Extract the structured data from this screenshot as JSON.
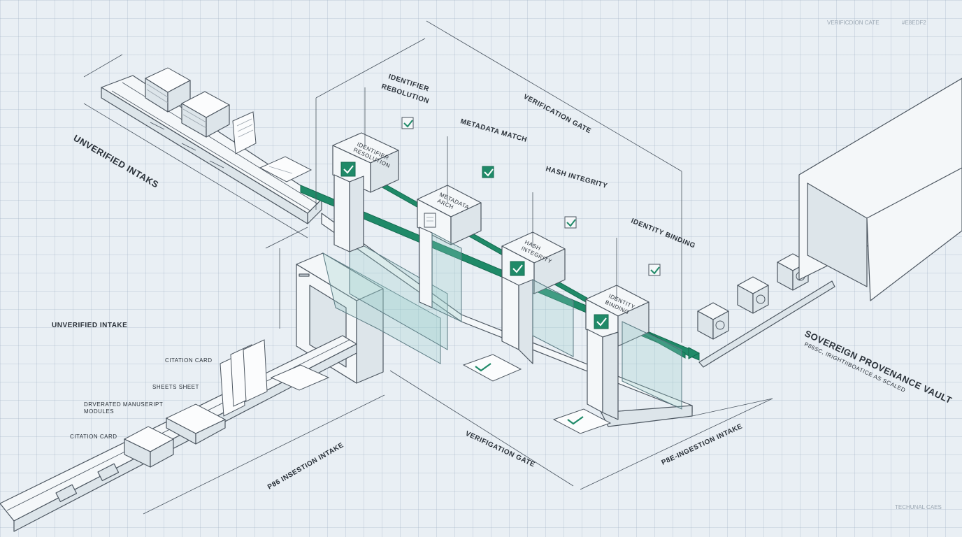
{
  "header": {
    "title_faint": "VERIFICDION CATE",
    "hex_code": "#E8EDF2",
    "footer_faint": "TECHUNAL CAES"
  },
  "labels": {
    "unverified_intake_top": "UNVERIFIED INTAKS",
    "unverified_intake": "UNVERIFIED INTAKE",
    "identifier_resolution_1": "IDENTIFIER",
    "identifier_resolution_2": "REBOLUTION",
    "metadata_match": "METADATA MATCH",
    "verification_gate_top": "VERIFICATION GATE",
    "hash_integrity": "HASH INTEGRITY",
    "identity_binding": "IDENTITY BINDING",
    "citation_card": "CITATION CARD",
    "sheets_sheet": "SHEETS SHEET",
    "manuscript_1": "DRVERATED MANUSERIPT",
    "manuscript_2": "MODULES",
    "citation_card_2": "CITATION CARD",
    "pre_intake_bottom": "P86 INSESTION INTAKE",
    "verification_gate_bottom": "VERIFIGATION GATE",
    "pre_intake_right": "P8E-INGESTION INTAKE",
    "vault_title": "SOVEREIGN PROVENANCE VAULT",
    "vault_sub": "P86SC, IRIGHTIIBOATICE AS SCALED"
  },
  "gates": {
    "g1": "IDENTIFIER RESOLUTION",
    "g2": "METADATA ARCH",
    "g3": "HASH INTEGRITY",
    "g4": "IDENTITY BINDING"
  },
  "colors": {
    "background": "#E8EDF2",
    "accent": "#1F8A68",
    "line": "#4C5660"
  },
  "icons": [
    "check-icon",
    "lock-icon",
    "document-icon"
  ]
}
